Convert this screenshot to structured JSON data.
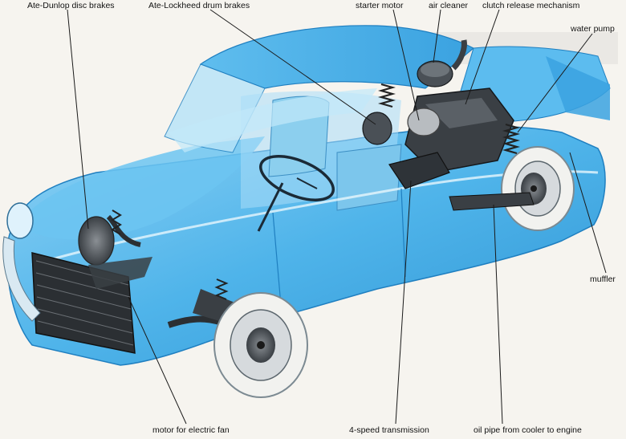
{
  "labels": {
    "ate_dunlop": "Ate-Dunlop disc brakes",
    "ate_lockheed": "Ate-Lockheed drum brakes",
    "starter_motor": "starter motor",
    "air_cleaner": "air cleaner",
    "clutch_release": "clutch release mechanism",
    "water_pump": "water pump",
    "muffler": "muffler",
    "motor_fan": "motor for electric fan",
    "transmission": "4-speed transmission",
    "oil_pipe": "oil pipe from cooler to engine"
  },
  "colors": {
    "background": "#f6f4ef",
    "body_blue": "#4fb4ea",
    "body_light": "#a9ddf7",
    "body_dark": "#1f7fc0",
    "mechanical": "#3a3f44",
    "leader_line": "#1a1a1a",
    "tire": "#f2f2ef"
  }
}
